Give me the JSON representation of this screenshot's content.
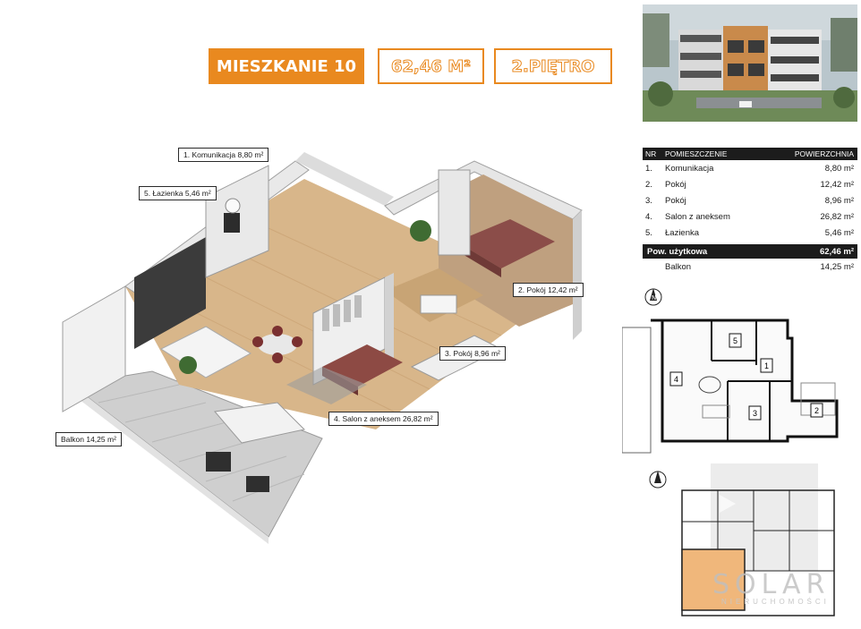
{
  "header": {
    "apartment": "MIESZKANIE 10",
    "area": "62,46 M²",
    "floor": "2.PIĘTRO"
  },
  "colors": {
    "accent": "#e9891f",
    "dark": "#1c1c1c"
  },
  "callouts": {
    "komunikacja": "1. Komunikacja 8,80 m²",
    "lazienka": "5. Łazienka 5,46 m²",
    "pokoj1": "2. Pokój 12,42 m²",
    "pokoj2": "3. Pokój 8,96 m²",
    "salon": "4. Salon z aneksem 26,82 m²",
    "balkon": "Balkon 14,25 m²"
  },
  "table": {
    "headers": {
      "nr": "NR",
      "room": "POMIESZCZENIE",
      "area": "POWIERZCHNIA"
    },
    "rows": [
      {
        "nr": "1.",
        "room": "Komunikacja",
        "area": "8,80 m²"
      },
      {
        "nr": "2.",
        "room": "Pokój",
        "area": "12,42 m²"
      },
      {
        "nr": "3.",
        "room": "Pokój",
        "area": "8,96 m²"
      },
      {
        "nr": "4.",
        "room": "Salon z aneksem",
        "area": "26,82 m²"
      },
      {
        "nr": "5.",
        "room": "Łazienka",
        "area": "5,46 m²"
      }
    ],
    "total": {
      "label": "Pow. użytkowa",
      "area": "62,46 m²"
    },
    "extra": {
      "label": "Balkon",
      "area": "14,25 m²"
    }
  },
  "plan_labels": [
    "1",
    "2",
    "3",
    "4",
    "5"
  ],
  "compass": "N",
  "logo": {
    "name": "SOLAR",
    "sub": "NIERUCHOMOŚCI"
  }
}
